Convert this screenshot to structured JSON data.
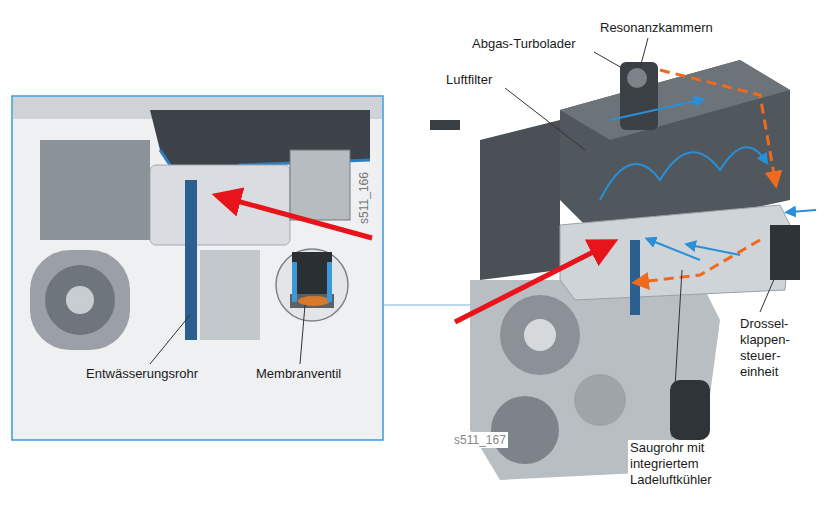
{
  "diagram": {
    "labels": [
      "Resonanzkammern",
      "Abgas-Turbolader",
      "Luftfilter",
      "s511_166",
      "Entwässerungsrohr",
      "Membranventil",
      "Drossel- klappen- steuer- einheit",
      "s511_167",
      "Saugrohr mit integriertem Ladeluftkühler"
    ]
  }
}
